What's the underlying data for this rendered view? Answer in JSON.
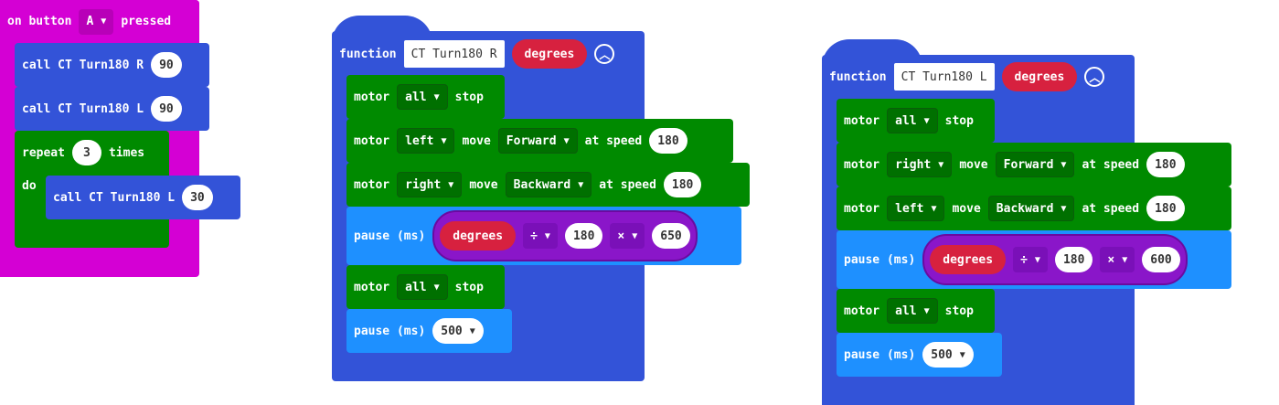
{
  "event": {
    "prefix": "on button",
    "button": "A",
    "suffix": "pressed"
  },
  "event_body": {
    "call1": {
      "label": "call CT Turn180 R",
      "arg": "90"
    },
    "call2": {
      "label": "call CT Turn180 L",
      "arg": "90"
    },
    "repeat": {
      "label": "repeat",
      "count": "3",
      "times": "times",
      "do": "do",
      "call": {
        "label": "call CT Turn180 L",
        "arg": "30"
      }
    }
  },
  "fnR": {
    "keyword": "function",
    "name": "CT Turn180 R",
    "param": "degrees",
    "collapse_icon": "chevron-up-icon",
    "m1": {
      "motor": "motor",
      "which": "all",
      "action": "stop"
    },
    "m2": {
      "motor": "motor",
      "which": "left",
      "move": "move",
      "dir": "Forward",
      "at": "at speed",
      "speed": "180"
    },
    "m3": {
      "motor": "motor",
      "which": "right",
      "move": "move",
      "dir": "Backward",
      "at": "at speed",
      "speed": "180"
    },
    "pause1": {
      "label": "pause (ms)",
      "param": "degrees",
      "op1": "÷",
      "val1": "180",
      "op2": "×",
      "val2": "650"
    },
    "m4": {
      "motor": "motor",
      "which": "all",
      "action": "stop"
    },
    "pause2": {
      "label": "pause (ms)",
      "value": "500"
    }
  },
  "fnL": {
    "keyword": "function",
    "name": "CT Turn180 L",
    "param": "degrees",
    "collapse_icon": "chevron-up-icon",
    "m1": {
      "motor": "motor",
      "which": "all",
      "action": "stop"
    },
    "m2": {
      "motor": "motor",
      "which": "right",
      "move": "move",
      "dir": "Forward",
      "at": "at speed",
      "speed": "180"
    },
    "m3": {
      "motor": "motor",
      "which": "left",
      "move": "move",
      "dir": "Backward",
      "at": "at speed",
      "speed": "180"
    },
    "pause1": {
      "label": "pause (ms)",
      "param": "degrees",
      "op1": "÷",
      "val1": "180",
      "op2": "×",
      "val2": "600"
    },
    "m4": {
      "motor": "motor",
      "which": "all",
      "action": "stop"
    },
    "pause2": {
      "label": "pause (ms)",
      "value": "500"
    }
  }
}
